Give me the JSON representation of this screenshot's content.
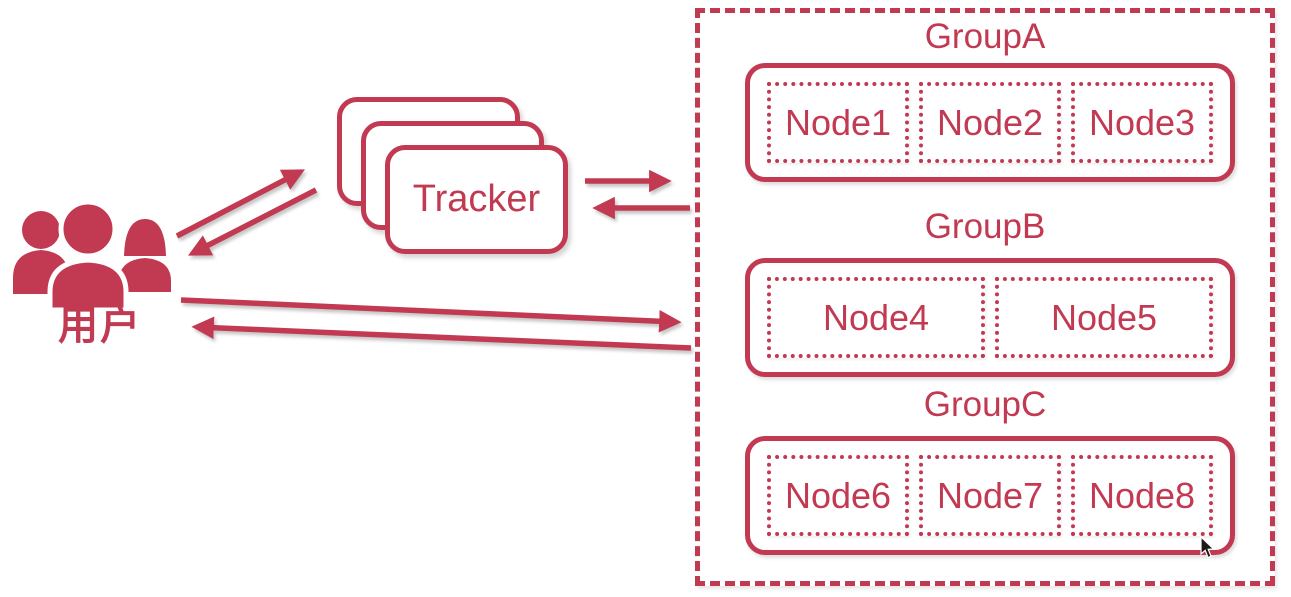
{
  "accent_color": "#C23A52",
  "background_color": "#FFFFFF",
  "users": {
    "label": "用户"
  },
  "tracker": {
    "label": "Tracker"
  },
  "cluster": {
    "groups": [
      {
        "name": "GroupA",
        "nodes": [
          "Node1",
          "Node2",
          "Node3"
        ]
      },
      {
        "name": "GroupB",
        "nodes": [
          "Node4",
          "Node5"
        ]
      },
      {
        "name": "GroupC",
        "nodes": [
          "Node6",
          "Node7",
          "Node8"
        ]
      }
    ]
  },
  "connections": [
    {
      "from": "用户",
      "to": "Tracker",
      "direction": "bidirectional",
      "style": "paired-arrows"
    },
    {
      "from": "Tracker",
      "to": "node-cluster",
      "direction": "bidirectional",
      "style": "paired-arrows"
    },
    {
      "from": "用户",
      "to": "node-cluster",
      "direction": "bidirectional",
      "style": "paired-arrows"
    }
  ],
  "icons": {
    "users": "users-group-icon",
    "cursor": "mouse-cursor-icon"
  }
}
